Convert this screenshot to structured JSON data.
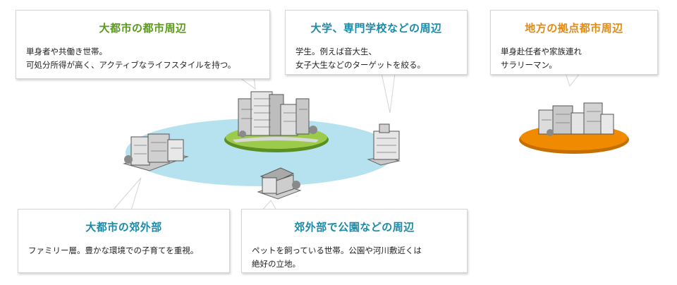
{
  "colors": {
    "green_title": "#5a9a1c",
    "teal_title": "#1a8aa8",
    "orange_title": "#e38a10",
    "water": "#b6e2ef",
    "island_green": "#8cc63f",
    "regional_platform": "#f08a00"
  },
  "cards": {
    "city_center": {
      "title": "大都市の都市周辺",
      "body": "単身者や共働き世帯。\n可処分所得が高く、アクティブなライフスタイルを持つ。"
    },
    "university": {
      "title": "大学、専門学校などの周辺",
      "body": "学生。例えば音大生、\n女子大生などのターゲットを絞る。"
    },
    "regional_hub": {
      "title": "地方の拠点都市周辺",
      "body": "単身赴任者や家族連れ\nサラリーマン。"
    },
    "suburb": {
      "title": "大都市の郊外部",
      "body": "ファミリー層。豊かな環境での子育てを重視。"
    },
    "park": {
      "title": "郊外部で公園などの周辺",
      "body": "ペットを飼っている世帯。公園や河川敷近くは\n絶好の立地。"
    }
  },
  "illustrations": {
    "downtown": "downtown-buildings-illustration",
    "apartments": "suburban-apartments-illustration",
    "school": "school-building-illustration",
    "house": "house-illustration",
    "regional_city": "regional-city-illustration"
  }
}
